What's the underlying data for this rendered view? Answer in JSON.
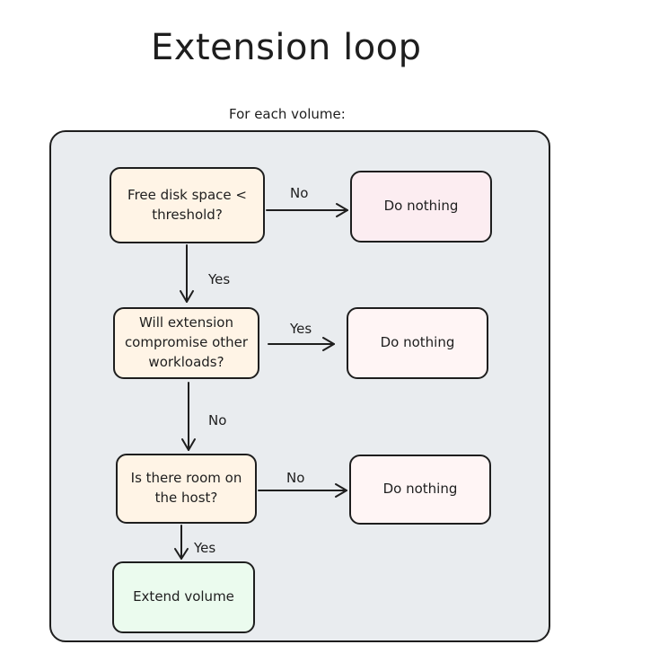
{
  "title": "Extension loop",
  "loop": {
    "label": "For each volume:"
  },
  "nodes": {
    "q1": "Free disk space < threshold?",
    "q1_no": "Do nothing",
    "q2": "Will extension compromise other workloads?",
    "q2_yes": "Do nothing",
    "q3": "Is there room on the host?",
    "q3_no": "Do nothing",
    "extend": "Extend volume"
  },
  "edges": {
    "q1_to_nothing": "No",
    "q1_to_q2": "Yes",
    "q2_to_nothing": "Yes",
    "q2_to_q3": "No",
    "q3_to_nothing": "No",
    "q3_to_extend": "Yes"
  },
  "colors": {
    "stroke": "#1e1e1e",
    "loop_fill": "#e9ecef",
    "decision_fill": "#fff4e6",
    "nothing_fill_1": "#fcedf1",
    "nothing_fill_2": "#fff5f5",
    "extend_fill": "#ebfbee"
  }
}
